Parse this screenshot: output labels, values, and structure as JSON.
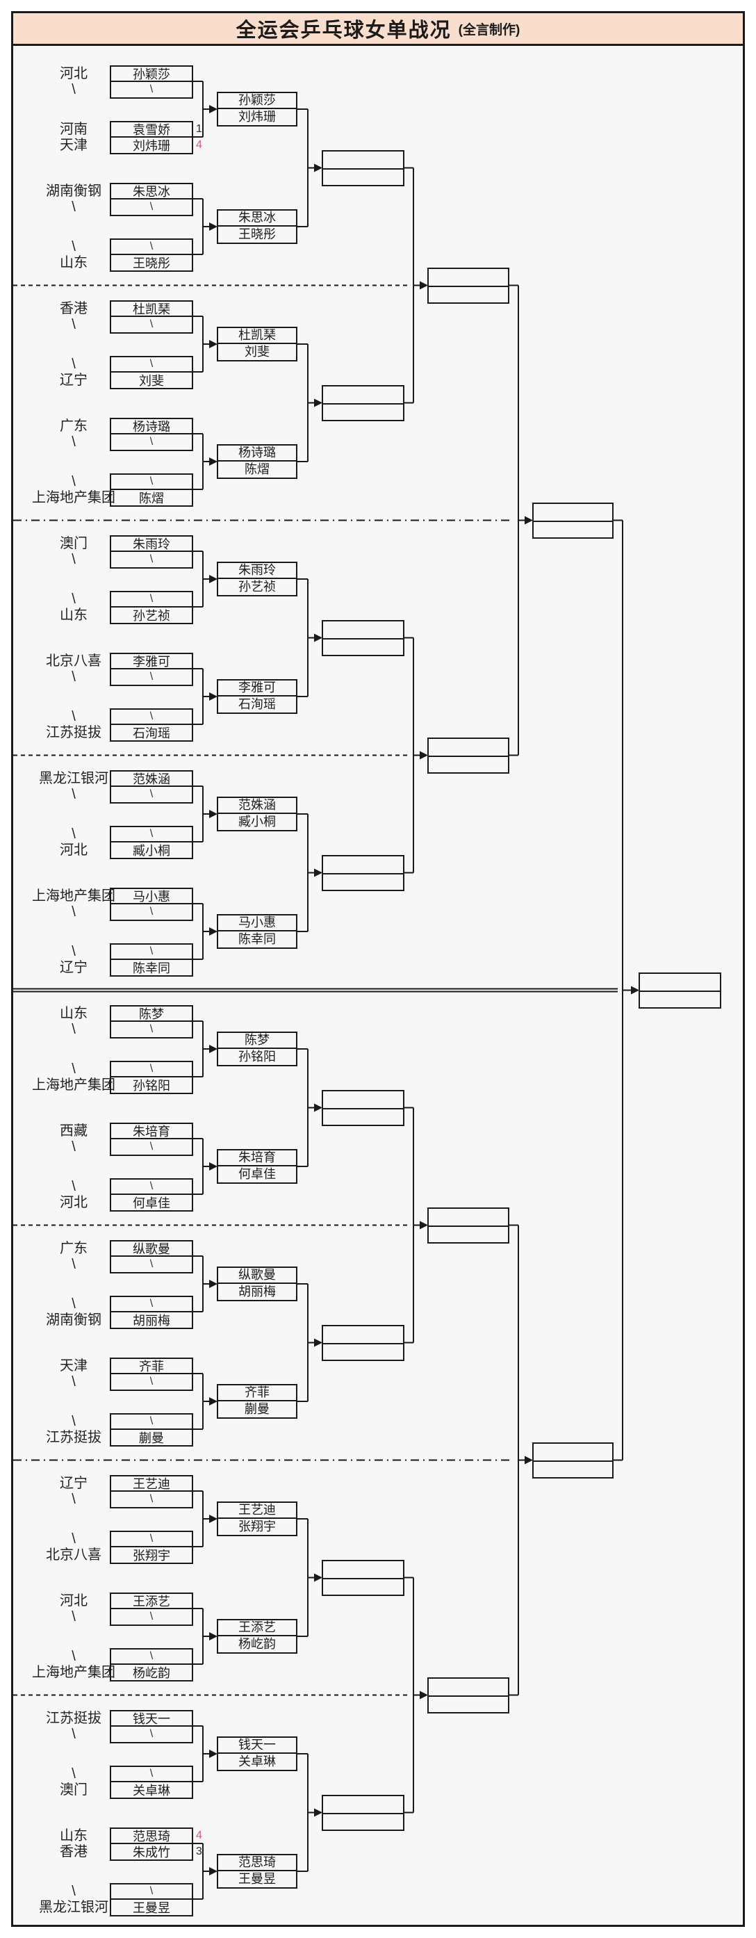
{
  "title": {
    "main": "全运会乒乓球女单战况",
    "credit": "(全言制作)"
  },
  "colors": {
    "title_bg": "#f9decd",
    "content_bg": "#f7f7f8",
    "line": "#1a1a1a",
    "winning_score": "#d15b72"
  },
  "groups": [
    {
      "slots": [
        {
          "region": "河北",
          "name": "孙颖莎"
        },
        {
          "region": "\\",
          "name": "\\"
        },
        {
          "region": "河南",
          "name": "袁雪娇",
          "score": "1"
        },
        {
          "region": "天津",
          "name": "刘炜珊",
          "score": "4",
          "win": true
        }
      ],
      "round2": [
        "孙颖莎",
        "刘炜珊"
      ]
    },
    {
      "slots": [
        {
          "region": "湖南衡钢",
          "name": "朱思冰"
        },
        {
          "region": "\\",
          "name": "\\"
        },
        {
          "region": "\\",
          "name": "\\"
        },
        {
          "region": "山东",
          "name": "王晓彤"
        }
      ],
      "round2": [
        "朱思冰",
        "王晓彤"
      ]
    },
    {
      "slots": [
        {
          "region": "香港",
          "name": "杜凯琹"
        },
        {
          "region": "\\",
          "name": "\\"
        },
        {
          "region": "\\",
          "name": "\\"
        },
        {
          "region": "辽宁",
          "name": "刘斐"
        }
      ],
      "round2": [
        "杜凯琹",
        "刘斐"
      ]
    },
    {
      "slots": [
        {
          "region": "广东",
          "name": "杨诗璐"
        },
        {
          "region": "\\",
          "name": "\\"
        },
        {
          "region": "\\",
          "name": "\\"
        },
        {
          "region": "上海地产集团",
          "name": "陈熠"
        }
      ],
      "round2": [
        "杨诗璐",
        "陈熠"
      ]
    },
    {
      "slots": [
        {
          "region": "澳门",
          "name": "朱雨玲"
        },
        {
          "region": "\\",
          "name": "\\"
        },
        {
          "region": "\\",
          "name": "\\"
        },
        {
          "region": "山东",
          "name": "孙艺祯"
        }
      ],
      "round2": [
        "朱雨玲",
        "孙艺祯"
      ]
    },
    {
      "slots": [
        {
          "region": "北京八喜",
          "name": "李雅可"
        },
        {
          "region": "\\",
          "name": "\\"
        },
        {
          "region": "\\",
          "name": "\\"
        },
        {
          "region": "江苏挺拔",
          "name": "石洵瑶"
        }
      ],
      "round2": [
        "李雅可",
        "石洵瑶"
      ]
    },
    {
      "slots": [
        {
          "region": "黑龙江银河",
          "name": "范姝涵"
        },
        {
          "region": "\\",
          "name": "\\"
        },
        {
          "region": "\\",
          "name": "\\"
        },
        {
          "region": "河北",
          "name": "臧小桐"
        }
      ],
      "round2": [
        "范姝涵",
        "臧小桐"
      ]
    },
    {
      "slots": [
        {
          "region": "上海地产集团",
          "name": "马小惠"
        },
        {
          "region": "\\",
          "name": "\\"
        },
        {
          "region": "\\",
          "name": "\\"
        },
        {
          "region": "辽宁",
          "name": "陈幸同"
        }
      ],
      "round2": [
        "马小惠",
        "陈幸同"
      ]
    },
    {
      "slots": [
        {
          "region": "山东",
          "name": "陈梦"
        },
        {
          "region": "\\",
          "name": "\\"
        },
        {
          "region": "\\",
          "name": "\\"
        },
        {
          "region": "上海地产集团",
          "name": "孙铭阳"
        }
      ],
      "round2": [
        "陈梦",
        "孙铭阳"
      ]
    },
    {
      "slots": [
        {
          "region": "西藏",
          "name": "朱培育"
        },
        {
          "region": "\\",
          "name": "\\"
        },
        {
          "region": "\\",
          "name": "\\"
        },
        {
          "region": "河北",
          "name": "何卓佳"
        }
      ],
      "round2": [
        "朱培育",
        "何卓佳"
      ]
    },
    {
      "slots": [
        {
          "region": "广东",
          "name": "纵歌曼"
        },
        {
          "region": "\\",
          "name": "\\"
        },
        {
          "region": "\\",
          "name": "\\"
        },
        {
          "region": "湖南衡钢",
          "name": "胡丽梅"
        }
      ],
      "round2": [
        "纵歌曼",
        "胡丽梅"
      ]
    },
    {
      "slots": [
        {
          "region": "天津",
          "name": "齐菲"
        },
        {
          "region": "\\",
          "name": "\\"
        },
        {
          "region": "\\",
          "name": "\\"
        },
        {
          "region": "江苏挺拔",
          "name": "蒯曼"
        }
      ],
      "round2": [
        "齐菲",
        "蒯曼"
      ]
    },
    {
      "slots": [
        {
          "region": "辽宁",
          "name": "王艺迪"
        },
        {
          "region": "\\",
          "name": "\\"
        },
        {
          "region": "\\",
          "name": "\\"
        },
        {
          "region": "北京八喜",
          "name": "张翔宇"
        }
      ],
      "round2": [
        "王艺迪",
        "张翔宇"
      ]
    },
    {
      "slots": [
        {
          "region": "河北",
          "name": "王添艺"
        },
        {
          "region": "\\",
          "name": "\\"
        },
        {
          "region": "\\",
          "name": "\\"
        },
        {
          "region": "上海地产集团",
          "name": "杨屹韵"
        }
      ],
      "round2": [
        "王添艺",
        "杨屹韵"
      ]
    },
    {
      "slots": [
        {
          "region": "江苏挺拔",
          "name": "钱天一"
        },
        {
          "region": "\\",
          "name": "\\"
        },
        {
          "region": "\\",
          "name": "\\"
        },
        {
          "region": "澳门",
          "name": "关卓琳"
        }
      ],
      "round2": [
        "钱天一",
        "关卓琳"
      ]
    },
    {
      "slots": [
        {
          "region": "山东",
          "name": "范思琦",
          "score": "4",
          "win": true
        },
        {
          "region": "香港",
          "name": "朱成竹",
          "score": "3"
        },
        {
          "region": "\\",
          "name": "\\"
        },
        {
          "region": "黑龙江银河",
          "name": "王曼昱"
        }
      ],
      "round2": [
        "范思琦",
        "王曼昱"
      ]
    }
  ]
}
